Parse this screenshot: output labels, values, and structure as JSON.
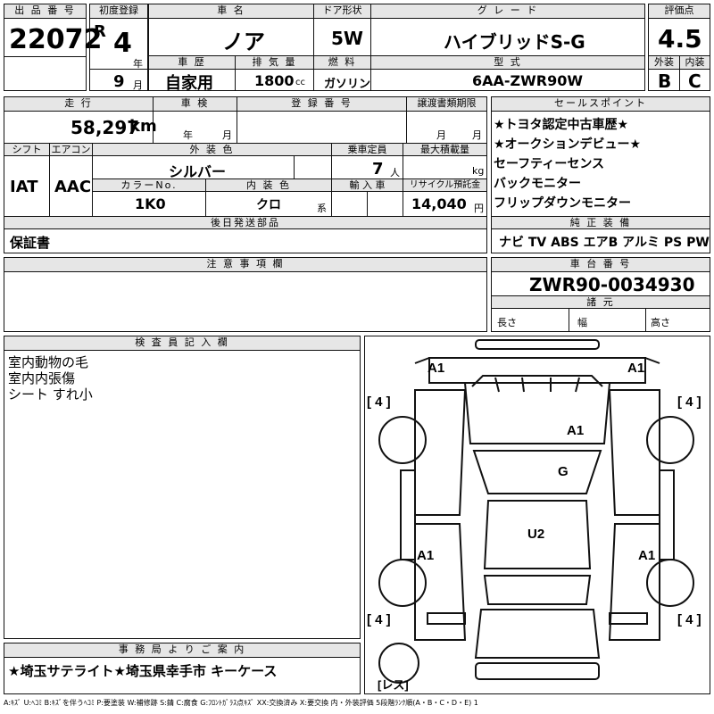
{
  "labels": {
    "lot_no": "出 品 番 号",
    "first_reg": "初度登録",
    "car_name": "車 名",
    "door": "ドア形状",
    "grade": "グ レ ー ド",
    "score": "評価点",
    "history": "車 歴",
    "displacement": "排 気 量",
    "fuel": "燃 料",
    "model": "型 式",
    "exterior": "外装",
    "interior": "内装",
    "mileage": "走 行",
    "inspection": "車 検",
    "reg_no": "登 録 番 号",
    "transfer_deadline": "譲渡書類期限",
    "sales_points": "セールスポイント",
    "shift": "シフト",
    "aircon": "エアコン",
    "ext_color": "外 装 色",
    "capacity": "乗車定員",
    "max_load": "最大積載量",
    "color_no": "カラーNo.",
    "int_color": "内 装 色",
    "import": "輸 入 車",
    "recycle": "リサイクル預託金",
    "later_parts": "後日発送部品",
    "equipment": "純 正 装 備",
    "notes": "注 意 事 項 欄",
    "chassis_no": "車 台 番 号",
    "specs": "諸 元",
    "inspector": "検 査 員 記 入 欄",
    "office": "事 務 局 よ り ご 案 内"
  },
  "units": {
    "year": "年",
    "month": "月",
    "cc": "cc",
    "km": "km",
    "people": "人",
    "kg": "kg",
    "color_suffix": "系",
    "yen": "円",
    "length": "長さ",
    "width": "幅",
    "height": "高さ"
  },
  "values": {
    "lot_no": "22072",
    "era": "R",
    "year": "4",
    "month": "9",
    "car_name": "ノア",
    "door": "5W",
    "grade": "ハイブリッドS-G",
    "score": "4.5",
    "history": "自家用",
    "displacement": "1800",
    "fuel": "ガソリン",
    "model": "6AA-ZWR90W",
    "exterior": "B",
    "interior": "C",
    "mileage": "58,297",
    "shift": "IAT",
    "aircon": "AAC",
    "ext_color": "シルバー",
    "capacity": "7",
    "color_no": "1K0",
    "int_color": "クロ",
    "recycle": "14,040",
    "later_parts": "保証書",
    "chassis_no": "ZWR90-0034930",
    "equipment": "ナビ TV ABS エアB アルミ PS PW"
  },
  "sales_points": [
    "★トヨタ認定中古車歴★",
    "★オークションデビュー★",
    "セーフティーセンス",
    "バックモニター",
    "フリップダウンモニター"
  ],
  "inspector_notes": [
    "室内動物の毛",
    "室内内張傷",
    "シート すれ小"
  ],
  "office_note": "★埼玉サテライト★埼玉県幸手市 キーケース",
  "diagram": {
    "marks": {
      "a1_front_left": "A1",
      "a1_front_right": "A1",
      "a1_hood": "A1",
      "g_windshield": "G",
      "u2_roof": "U2",
      "a1_rear_left": "A1",
      "a1_rear_right": "A1"
    },
    "tires": [
      "[ 4 ]",
      "[ 4 ]",
      "[ 4 ]",
      "[ 4 ]"
    ],
    "spare": "[レス]"
  },
  "legend": "A:ｷｽﾞ U:ﾍｺﾐ B:ｷｽﾞを伴うﾍｺﾐ P:要塗装 W:補修跡 S:錆 C:腐食 G:ﾌﾛﾝﾄｶﾞﾗｽ点ｷｽﾞ XX:交換済み X:要交換 内・外装評価 5段階ﾗﾝｸ順(A・B・C・D・E) 1"
}
